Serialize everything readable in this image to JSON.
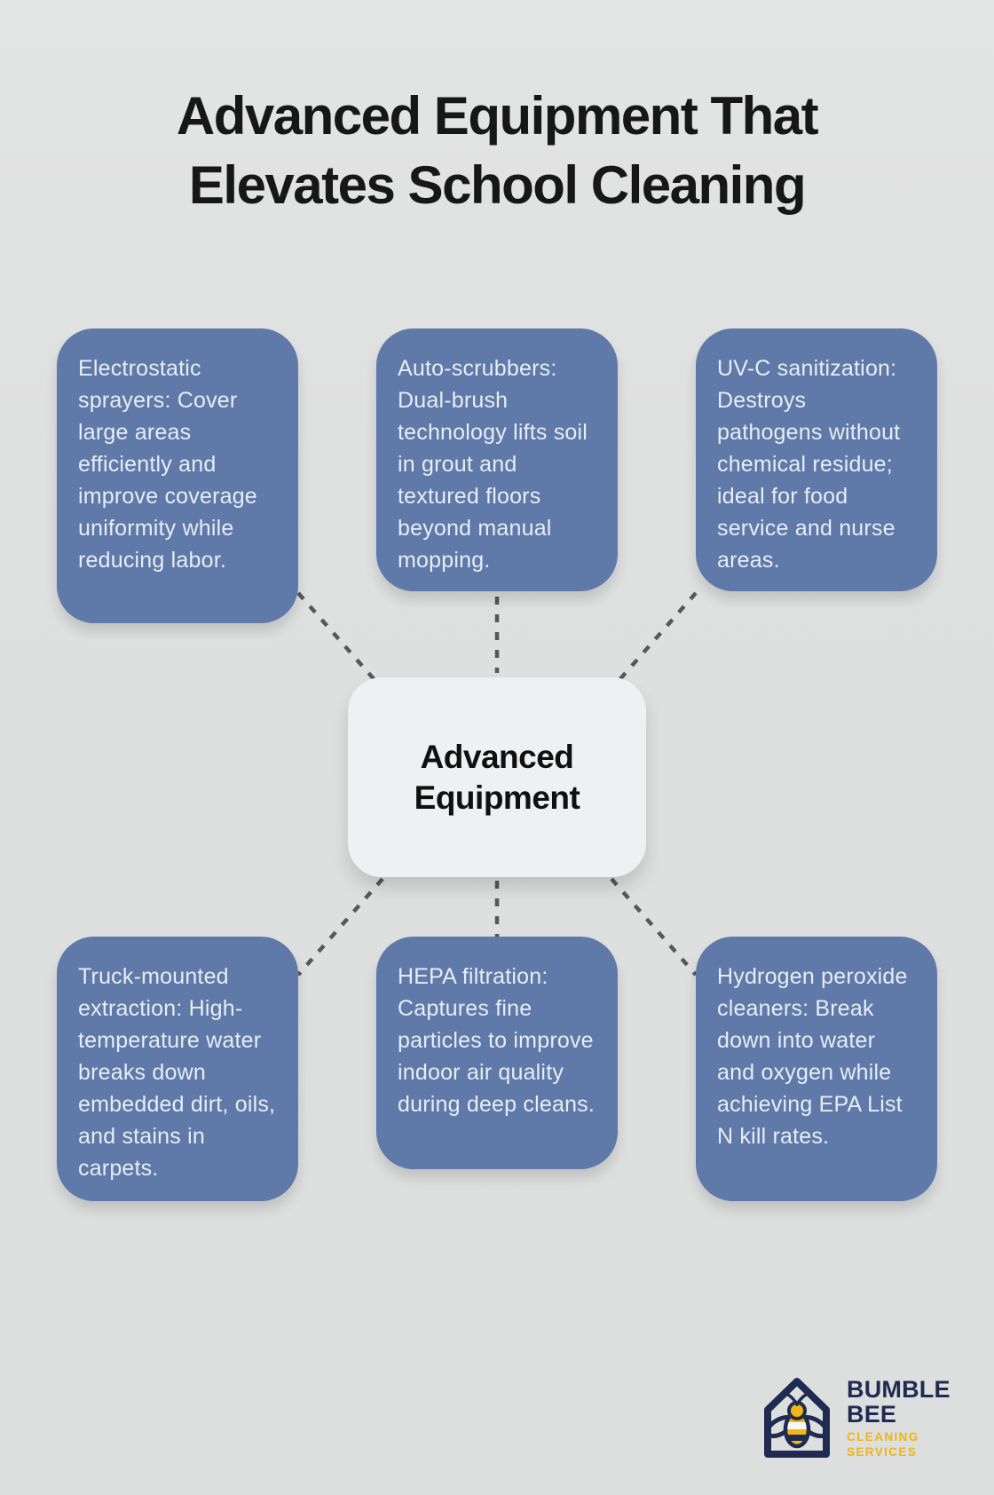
{
  "title": {
    "full": "Advanced Equipment That Elevates School Cleaning",
    "line1": "Advanced Equipment That",
    "line2": "Elevates School Cleaning"
  },
  "center": {
    "label": "Advanced Equipment"
  },
  "nodes": [
    {
      "id": "electrostatic-sprayers",
      "text": "Electrostatic sprayers: Cover large areas efficiently and improve coverage uniformity while reducing labor."
    },
    {
      "id": "auto-scrubbers",
      "text": "Auto-scrubbers: Dual-brush technology lifts soil in grout and textured floors beyond manual mopping."
    },
    {
      "id": "uvc-sanitization",
      "text": "UV-C sanitization: Destroys pathogens without chemical residue; ideal for food service and nurse areas."
    },
    {
      "id": "truck-mounted-extraction",
      "text": "Truck-mounted extraction: High-temperature water breaks down embedded dirt, oils, and stains in carpets."
    },
    {
      "id": "hepa-filtration",
      "text": "HEPA filtration: Captures fine particles to improve indoor air quality during deep cleans."
    },
    {
      "id": "hydrogen-peroxide-cleaners",
      "text": "Hydrogen peroxide cleaners: Break down into water and oxygen while achieving EPA List N kill rates."
    }
  ],
  "logo": {
    "icon": "bee-in-house-icon",
    "name": "BUMBLE BEE",
    "tagline": "CLEANING SERVICES"
  },
  "colors": {
    "background": "#dfe0e0",
    "node_fill": "#5f79a8",
    "node_text": "#e7edf8",
    "center_fill": "#eef0f1",
    "center_text": "#101010",
    "connector": "#57585a",
    "title_text": "#171717",
    "logo_navy": "#1f2b50",
    "logo_yellow": "#f0b414"
  }
}
